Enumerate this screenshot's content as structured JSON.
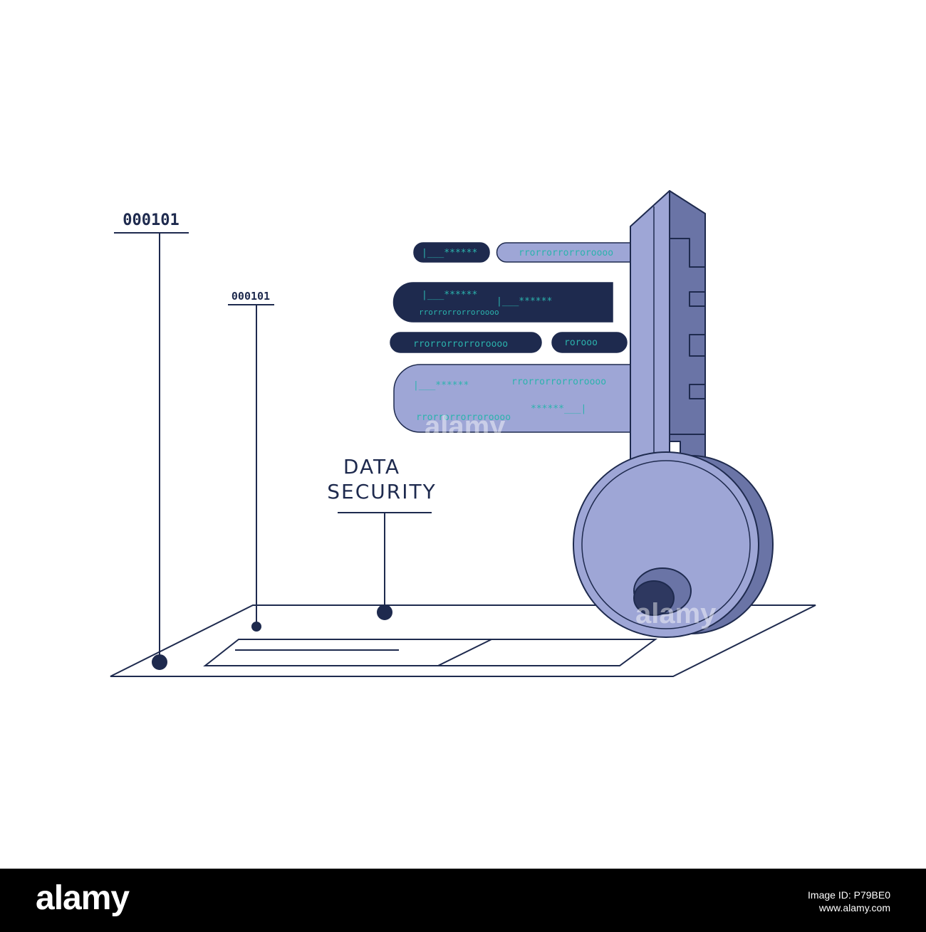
{
  "colors": {
    "navy": "#1e2a4e",
    "lavender": "#9ea6d6",
    "lavender_dark": "#6a74a6",
    "teal": "#2bb3ad"
  },
  "labels": {
    "binary_large": "000101",
    "binary_small": "000101",
    "title_line1": "DATA",
    "title_line2": "SECURITY"
  },
  "bars": {
    "row1_left": "|___******",
    "row1_right": "rrorrorrorroroooo",
    "row2_a": "|___******",
    "row2_b": "|___******",
    "row2_c": "rrorrorrorroroooo",
    "row3_left": "rrorrorrorroroooo",
    "row3_right": "rorooo",
    "row4_a": "|___******",
    "row4_b": "rrorrorrorroroooo",
    "row4_c": "rrorrorrorroroooo",
    "row4_d": "******___|"
  },
  "watermark": "alamy",
  "footer": {
    "brand": "alamy",
    "image_id": "Image ID: P79BE0",
    "url": "www.alamy.com"
  }
}
